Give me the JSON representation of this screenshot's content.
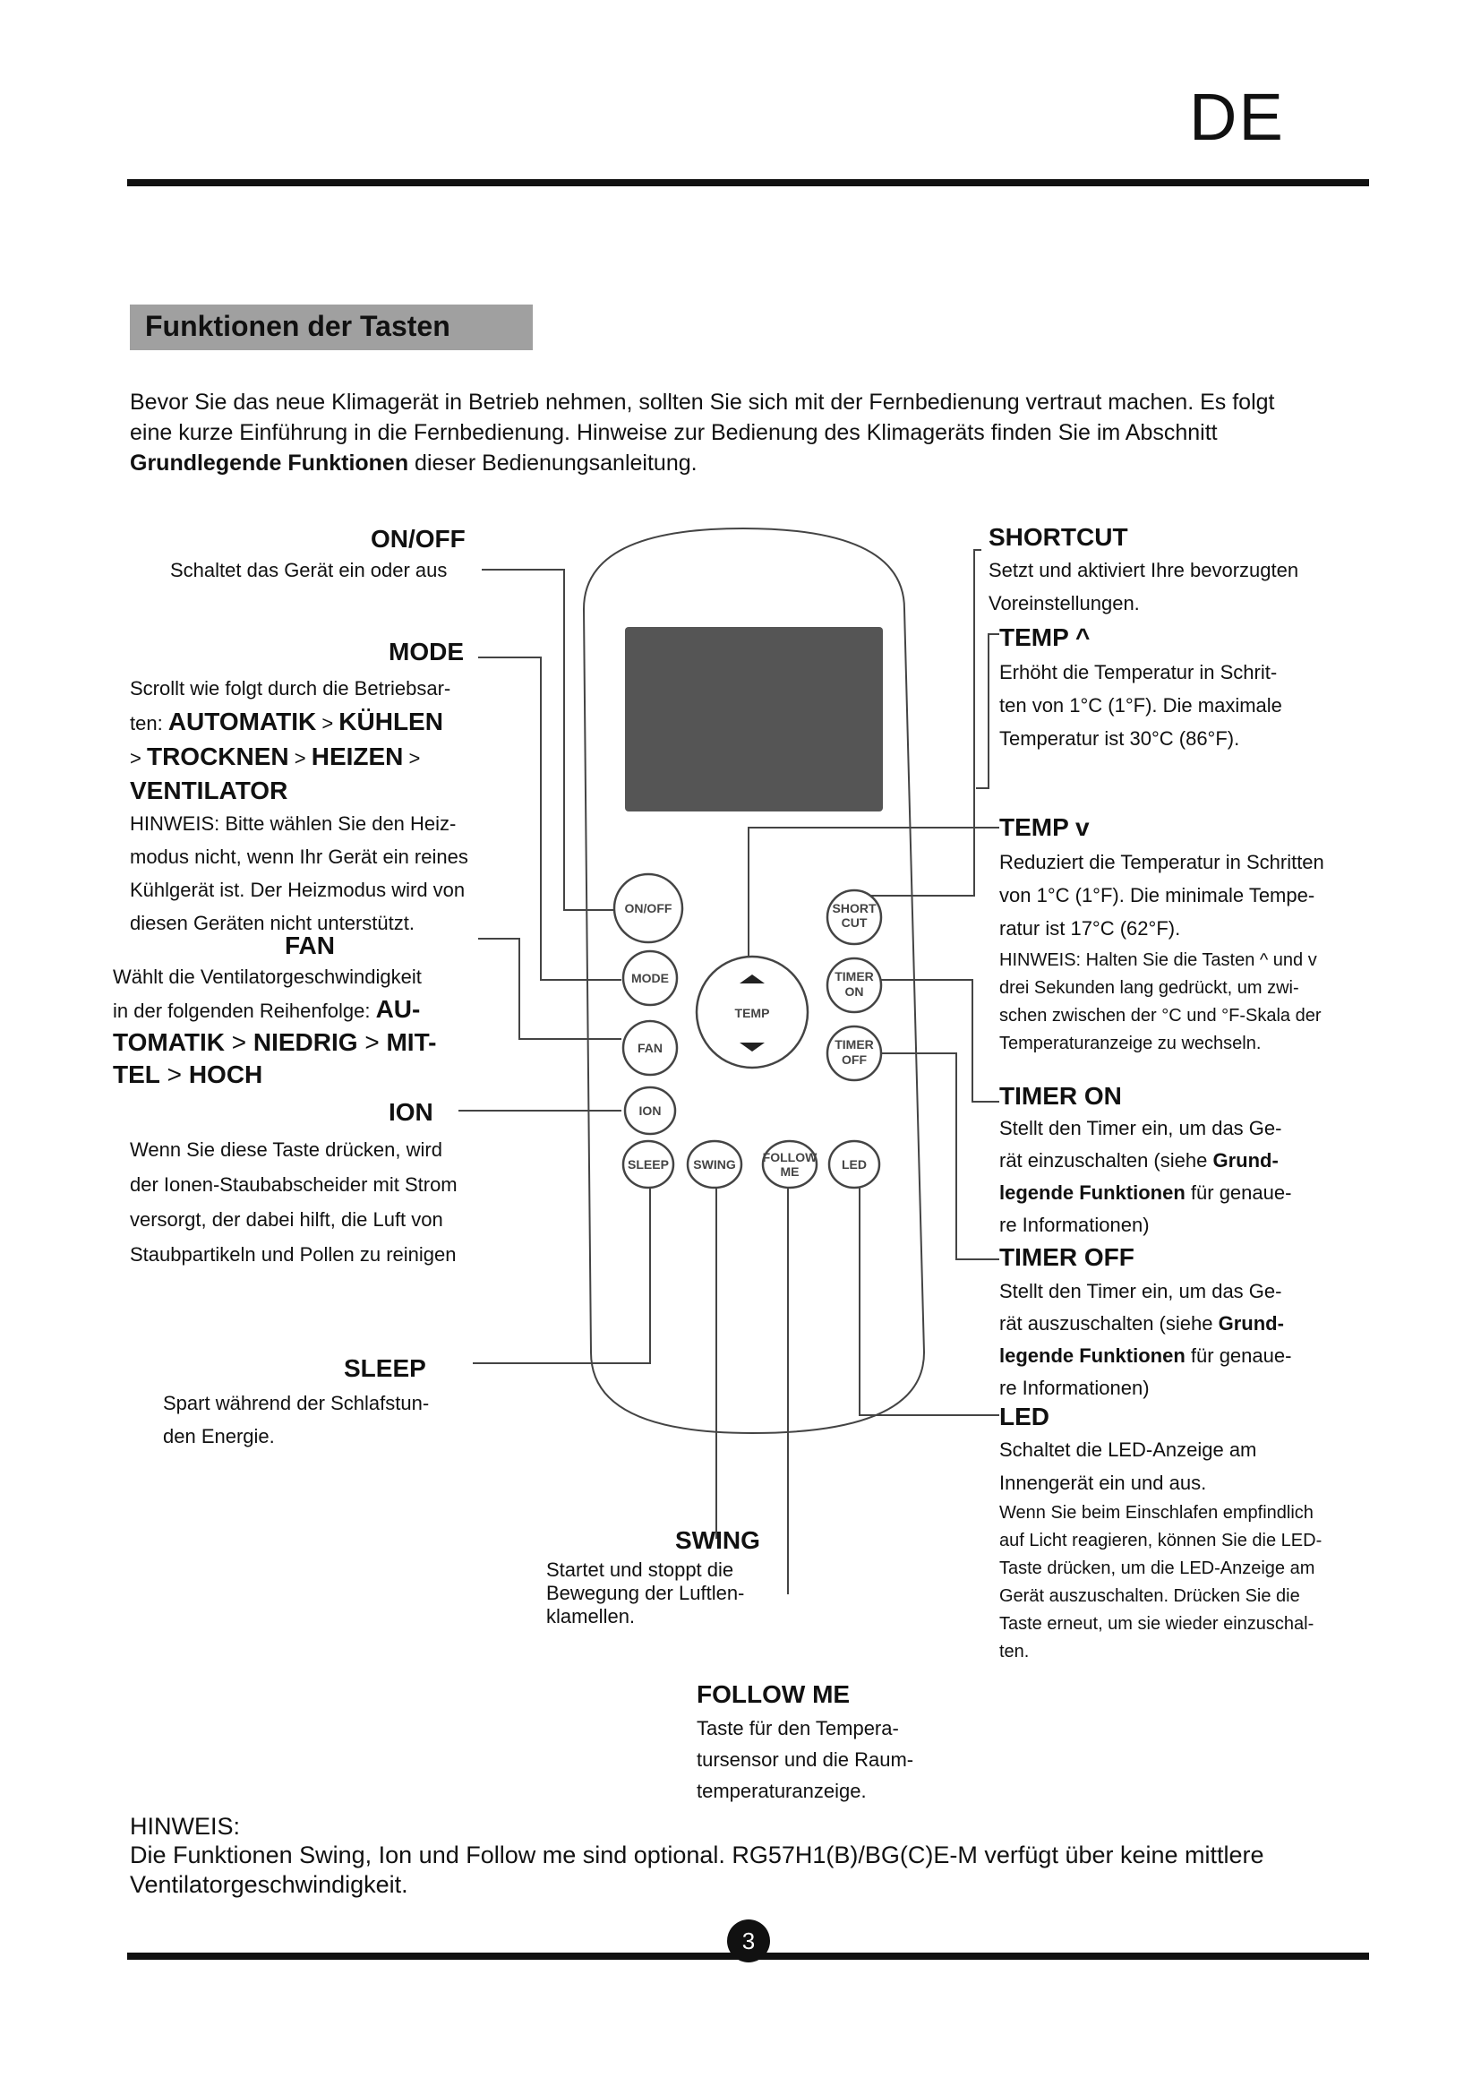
{
  "header": {
    "lang": "DE"
  },
  "section": {
    "title": "Funktionen der Tasten"
  },
  "intro": {
    "p1": "Bevor Sie das neue Klimagerät in Betrieb nehmen, sollten Sie sich mit der Fernbedienung vertraut machen. Es folgt eine kurze Einführung in die Fernbedienung. Hinweise zur Bedienung des Klimageräts finden Sie im Abschnitt ",
    "bold": "Grundlegende Funktionen",
    "p2": " dieser Bedienungsanleitung."
  },
  "remote": {
    "buttons": {
      "onoff": "ON/OFF",
      "mode": "MODE",
      "fan": "FAN",
      "ion": "ION",
      "sleep": "SLEEP",
      "swing": "SWING",
      "follow1": "FOLLOW",
      "follow2": "ME",
      "led": "LED",
      "short1": "SHORT",
      "short2": "CUT",
      "timeron1": "TIMER",
      "timeron2": "ON",
      "timeroff1": "TIMER",
      "timeroff2": "OFF",
      "temp": "TEMP"
    }
  },
  "labels": {
    "onoff": {
      "title": "ON/OFF",
      "text": "Schaltet das Gerät ein oder aus"
    },
    "mode": {
      "title": "MODE",
      "l1": "Scrollt wie folgt durch die Betriebsar-",
      "l2a": "ten: ",
      "l2b": "AUTOMATIK",
      "l2c": " > ",
      "l2d": "KÜHLEN",
      "l3a": "> ",
      "l3b": "TROCKNEN",
      "l3c": " > ",
      "l3d": "HEIZEN",
      "l3e": " >",
      "l4": "VENTILATOR",
      "n1": "HINWEIS: Bitte wählen Sie den Heiz-",
      "n2": "modus nicht, wenn Ihr Gerät ein reines",
      "n3": "Kühlgerät ist. Der Heizmodus wird von",
      "n4": "diesen Geräten nicht unterstützt."
    },
    "fan": {
      "title": "FAN",
      "l1": "Wählt die Ventilatorgeschwindigkeit",
      "l2a": "in der folgenden Reihenfolge: ",
      "l2b": "AU-",
      "l3a": "TOMATIK",
      "l3b": " > ",
      "l3c": "NIEDRIG",
      "l3d": " > ",
      "l3e": "MIT-",
      "l4a": "TEL",
      "l4b": " > ",
      "l4c": "HOCH"
    },
    "ion": {
      "title": "ION",
      "l1": "Wenn Sie diese Taste drücken, wird",
      "l2": "der Ionen-Staubabscheider mit Strom",
      "l3": "versorgt, der dabei hilft, die Luft von",
      "l4": "Staubpartikeln und Pollen zu reinigen"
    },
    "sleep": {
      "title": "SLEEP",
      "l1": "Spart während der Schlafstun-",
      "l2": "den Energie."
    },
    "swing": {
      "title": "SWING",
      "l1": "Startet und stoppt die",
      "l2": "Bewegung der Luftlen-",
      "l3": "klamellen."
    },
    "follow": {
      "title": "FOLLOW ME",
      "l1": "Taste für den Tempera-",
      "l2": "tursensor und die Raum-",
      "l3": "temperaturanzeige."
    },
    "shortcut": {
      "title": "SHORTCUT",
      "l1": "Setzt und aktiviert Ihre bevorzugten",
      "l2": "Voreinstellungen."
    },
    "tempup": {
      "title": "TEMP ^",
      "l1": "Erhöht die Temperatur in Schrit-",
      "l2": "ten von 1°C (1°F). Die maximale",
      "l3": "Temperatur ist 30°C (86°F)."
    },
    "tempdown": {
      "title": "TEMP v",
      "l1": "Reduziert die Temperatur in Schritten",
      "l2": "von 1°C (1°F). Die minimale Tempe-",
      "l3": "ratur ist 17°C (62°F).",
      "n1": "HINWEIS: Halten Sie die Tasten ^ und v",
      "n2": "drei Sekunden lang gedrückt, um zwi-",
      "n3": "schen zwischen der °C und °F-Skala der",
      "n4": "Temperaturanzeige zu wechseln."
    },
    "timeron": {
      "title": "TIMER ON",
      "l1": "Stellt den Timer ein, um das Ge-",
      "l2a": "rät einzuschalten (siehe ",
      "l2b": "Grund-",
      "l3a": "legende Funktionen",
      "l3b": " für genaue-",
      "l4": "re Informationen)"
    },
    "timeroff": {
      "title": "TIMER OFF",
      "l1": "Stellt den Timer ein, um das Ge-",
      "l2a": "rät auszuschalten (siehe ",
      "l2b": "Grund-",
      "l3a": "legende Funktionen",
      "l3b": " für genaue-",
      "l4": "re Informationen)"
    },
    "led": {
      "title": "LED",
      "l1": "Schaltet die LED-Anzeige am",
      "l2": "Innengerät ein und aus.",
      "n1": "Wenn Sie beim Einschlafen empfindlich",
      "n2": "auf Licht reagieren, können Sie die LED-",
      "n3": "Taste drücken, um die LED-Anzeige am",
      "n4": "Gerät auszuschalten. Drücken Sie die",
      "n5": "Taste erneut, um sie wieder einzuschal-",
      "n6": "ten."
    }
  },
  "note": {
    "head": "HINWEIS:",
    "body": "Die Funktionen Swing, Ion und Follow me sind optional. RG57H1(B)/BG(C)E-M verfügt über keine mittlere Ventilatorgeschwindigkeit."
  },
  "footer": {
    "page": "3"
  }
}
